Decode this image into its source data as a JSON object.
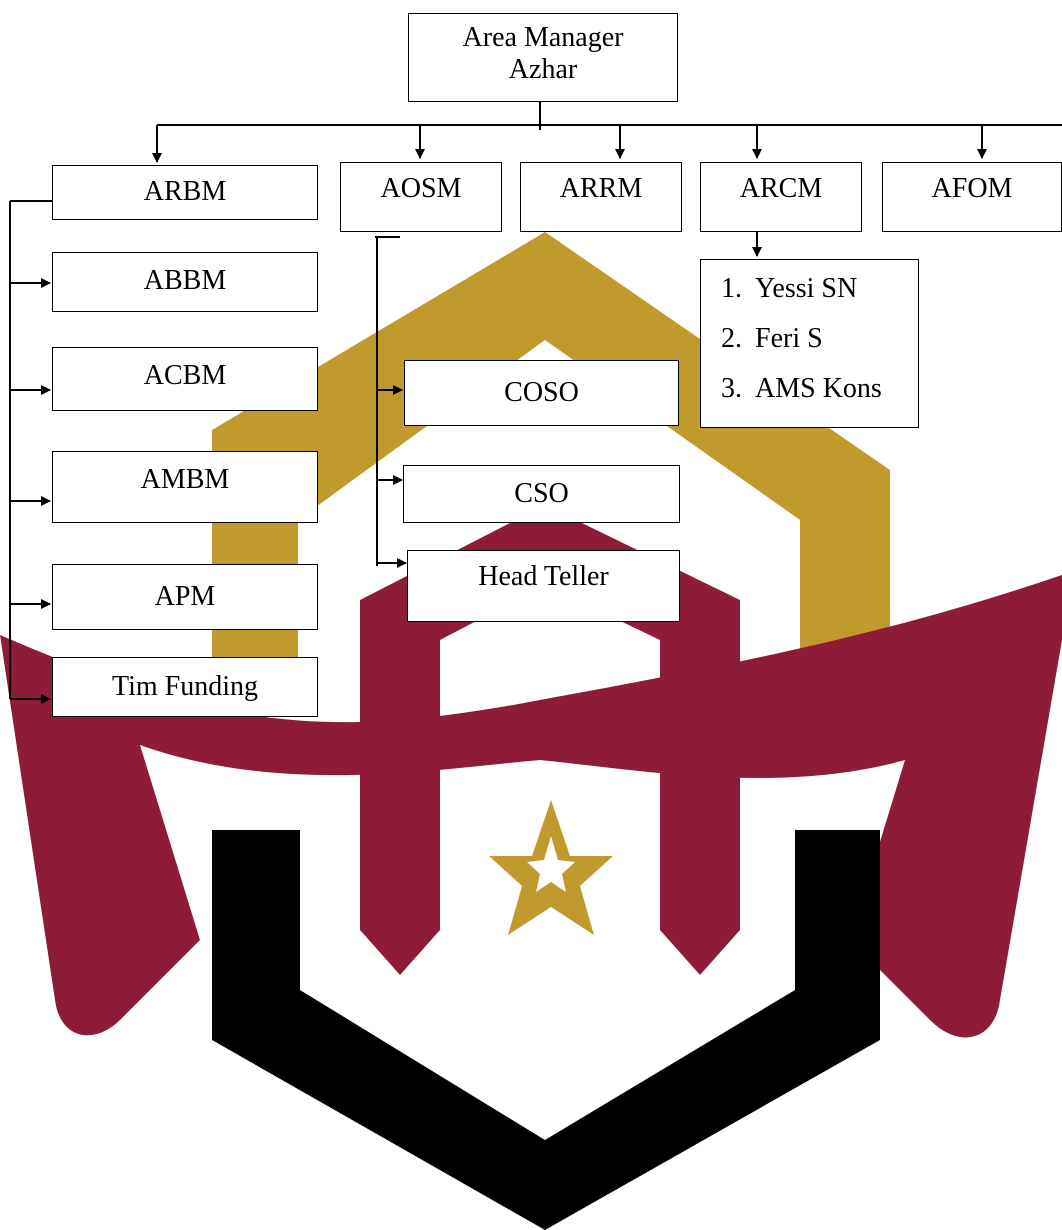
{
  "root": {
    "title": "Area Manager",
    "name": "Azhar"
  },
  "level1": {
    "arbm": "ARBM",
    "aosm": "AOSM",
    "arrm": "ARRM",
    "arcm": "ARCM",
    "afom": "AFOM"
  },
  "arbm_children": {
    "abbm": "ABBM",
    "acbm": "ACBM",
    "ambm": "AMBM",
    "apm": "APM",
    "tim_funding": "Tim Funding"
  },
  "aosm_children": {
    "coso": "COSO",
    "cso": "CSO",
    "head_teller": "Head Teller"
  },
  "arcm_members": [
    {
      "num": "1.",
      "name": "Yessi SN"
    },
    {
      "num": "2.",
      "name": "Feri S"
    },
    {
      "num": "3.",
      "name": "AMS Kons"
    }
  ],
  "colors": {
    "line": "#000000",
    "logo_gold": "#c19a2e",
    "logo_maroon": "#8e1b38",
    "logo_black": "#000000"
  },
  "watermark": {
    "icon": "university-logo-icon"
  }
}
